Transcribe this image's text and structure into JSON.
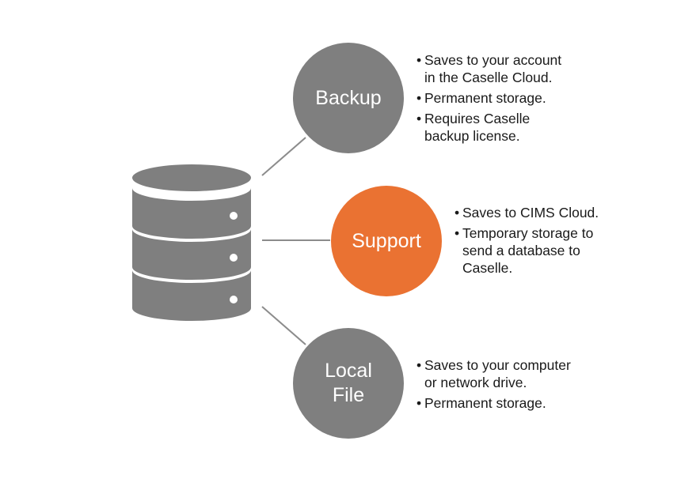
{
  "colors": {
    "gray": "#7f7f7f",
    "orange": "#ea7232",
    "connector": "#8c8c8c",
    "text": "#1a1a1a"
  },
  "database": {
    "icon": "database-icon"
  },
  "nodes": {
    "backup": {
      "label": "Backup",
      "bullets": [
        "Saves to your account\nin the Caselle Cloud.",
        "Permanent storage.",
        "Requires Caselle\nbackup license."
      ]
    },
    "support": {
      "label": "Support",
      "bullets": [
        "Saves to CIMS Cloud.",
        "Temporary storage to\nsend a database to\nCaselle."
      ]
    },
    "local": {
      "label": "Local\nFile",
      "bullets": [
        "Saves to your computer\nor network drive.",
        "Permanent storage."
      ]
    }
  }
}
